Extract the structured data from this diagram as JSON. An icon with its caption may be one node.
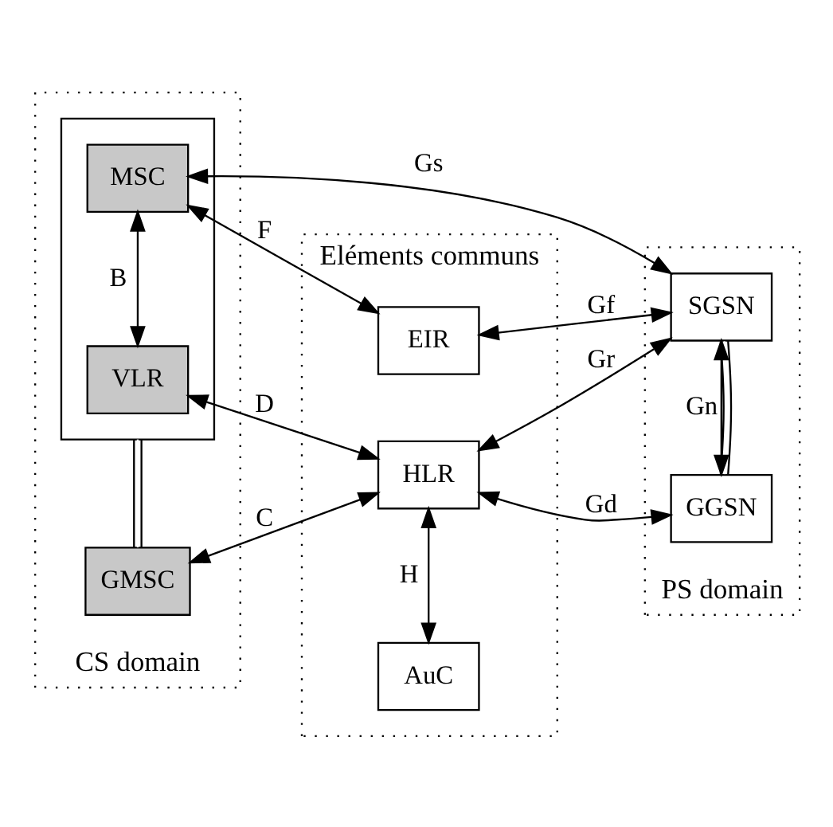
{
  "diagram": {
    "nodes": [
      {
        "text": [
          "Eléments communs"
        ]
      },
      {
        "text": [
          "AuC"
        ],
        "in": 0
      },
      {
        "text": [
          "HLR"
        ],
        "in": 0
      },
      {
        "text": [
          "EIR"
        ],
        "in": 0
      },
      {
        "text": [
          "CS domain"
        ]
      },
      {
        "text": [
          "GMSC"
        ],
        "in": 4
      },
      {
        "text": [],
        "shape": "box",
        "in": 4
      },
      {
        "text": [
          "VLR"
        ],
        "in": 6
      },
      {
        "text": [
          "MSC"
        ],
        "in": 6
      },
      {
        "text": [
          "PS domain"
        ]
      },
      {
        "text": [
          "GGSN"
        ],
        "in": 9
      },
      {
        "text": [
          "SGSN"
        ],
        "in": 9
      }
    ],
    "edges": [
      {
        "from": 1,
        "to": 2,
        "arrow": "both",
        "label": "H"
      },
      {
        "from": 5,
        "to": 2,
        "arrow": "both",
        "label": "C"
      },
      {
        "from": 2,
        "to": 10,
        "arrow": "both",
        "label": "Gd"
      },
      {
        "from": 7,
        "to": 2,
        "arrow": "both",
        "label": "D"
      },
      {
        "from": 7,
        "to": 8,
        "arrow": "both",
        "label": "B"
      },
      {
        "from": 8,
        "to": 3,
        "arrow": "both",
        "label": "F"
      },
      {
        "from": 2,
        "to": 11,
        "arrow": "both",
        "label": "Gr"
      },
      {
        "from": 3,
        "to": 11,
        "arrow": "both",
        "label": "Gf"
      },
      {
        "from": 8,
        "to": 11,
        "arrow": "both",
        "label": "Gs"
      },
      {
        "from": 10,
        "to": 11,
        "arrow": "both",
        "label": "Gn"
      },
      {
        "from": 5,
        "to": 6,
        "arrow": "none"
      },
      {
        "from": 11,
        "to": 10,
        "arrow": "none"
      }
    ]
  }
}
